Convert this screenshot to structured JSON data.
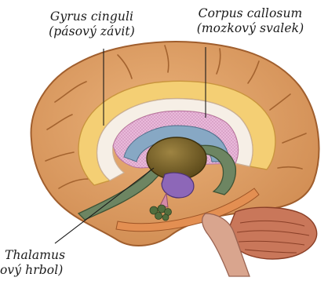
{
  "labels": {
    "gyrus_cinguli": {
      "latin": "Gyrus cinguli",
      "czech": "(pásový závit)"
    },
    "corpus_callosum": {
      "latin": "Corpus callosum",
      "czech": "(mozkový svalek)"
    },
    "thalamus": {
      "latin": "Thalamus",
      "czech": "ový hrbol)"
    }
  },
  "colors": {
    "cortex": "#e2a56c",
    "cortex_shadow": "#b86d38",
    "gyrus_cinguli": "#f4cf74",
    "corpus_callosum": "#f6efe6",
    "septum": "#e9b9da",
    "ventricle": "#87a8c4",
    "fornix": "#6d8562",
    "thalamus": "#6e5a25",
    "pituitary": "#8d67b8",
    "amygdala": "#526e3e",
    "cerebellum": "#c9775a",
    "brainstem": "#d9a58e"
  }
}
